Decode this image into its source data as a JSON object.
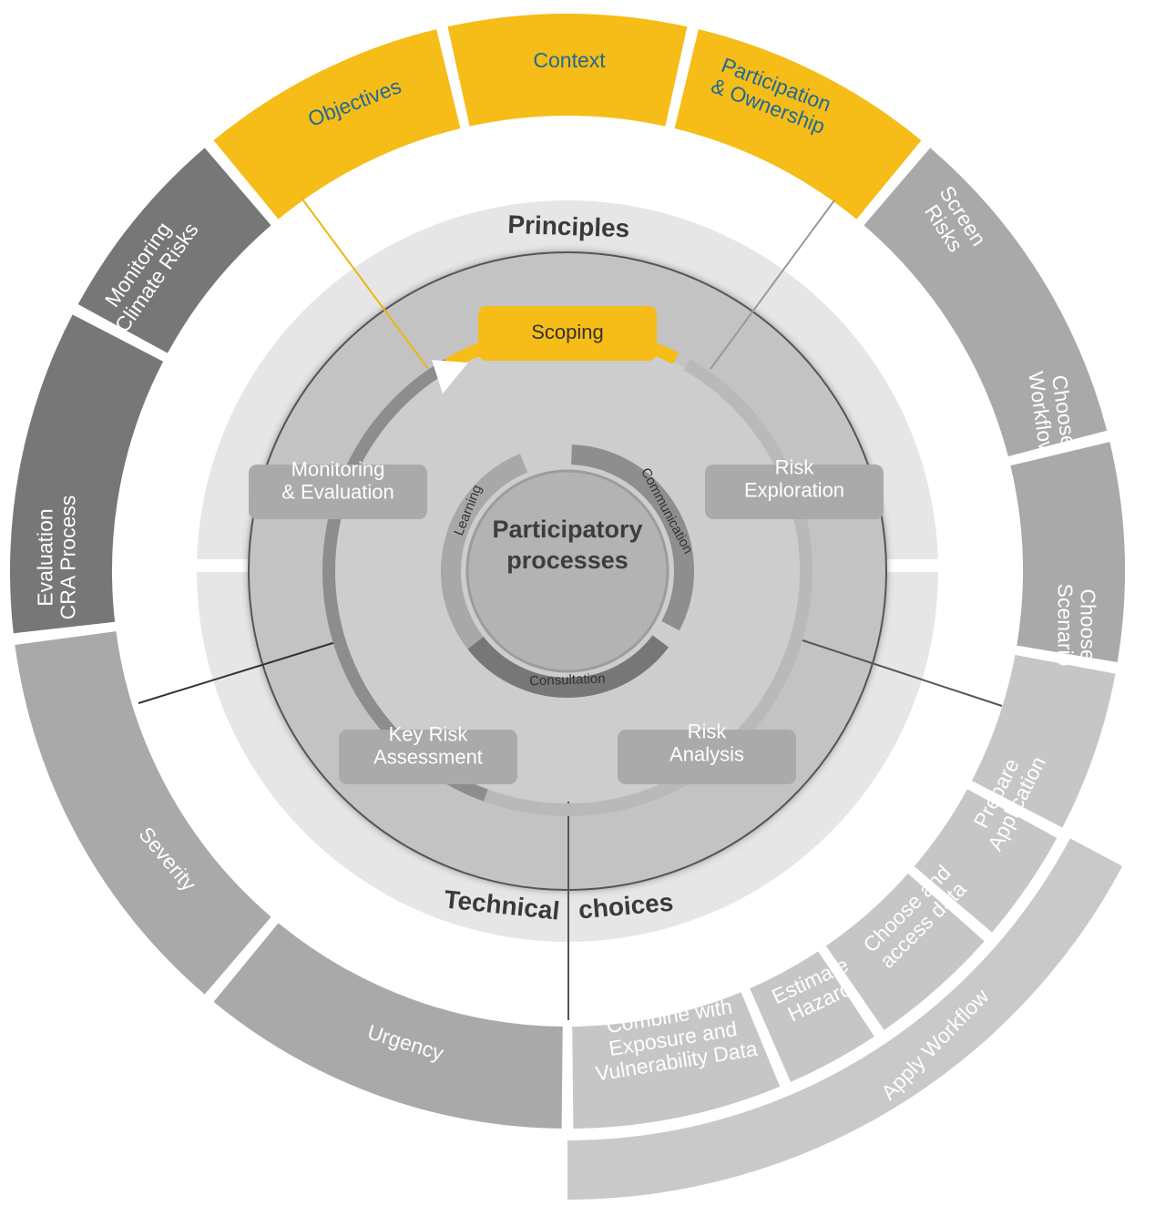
{
  "colors": {
    "gold": "#f6bc17",
    "gold_text": "#1f6a96",
    "outer_dark": "#777777",
    "outer_mid": "#a9a9a9",
    "outer_light": "#c6c6c6",
    "ring_light": "#e6e6e6",
    "disc": "#c3c3c3",
    "phase_box": "#aaaaaa",
    "center": "#b3b3b3"
  },
  "principles": {
    "title": "Principles",
    "items": [
      {
        "label": "Objectives"
      },
      {
        "label": "Context"
      },
      {
        "label": "Participation\n& Ownership"
      }
    ]
  },
  "technical": {
    "title_left": "Technical",
    "title_right": "choices"
  },
  "outer_segments": [
    {
      "label": "Screen\nRisks"
    },
    {
      "label": "Choose\nWorkflow"
    },
    {
      "label": "Choose\nScenario"
    },
    {
      "label": "Prepare\nApplication"
    },
    {
      "label": "Choose and\naccess data"
    },
    {
      "label": "Estimate\nHazard"
    },
    {
      "label": "Combine with\nExposure and\nVulnerability Data"
    },
    {
      "label": "Urgency"
    },
    {
      "label": "Severity"
    },
    {
      "label": "Evaluation\nCRA Process"
    },
    {
      "label": "Monitoring\nClimate Risks"
    }
  ],
  "apply_workflow": {
    "label": "Apply Workflow"
  },
  "phases": [
    {
      "label": "Scoping"
    },
    {
      "label": "Risk\nExploration"
    },
    {
      "label": "Risk\nAnalysis"
    },
    {
      "label": "Key Risk\nAssessment"
    },
    {
      "label": "Monitoring\n& Evaluation"
    }
  ],
  "center": {
    "title": "Participatory\nprocesses",
    "cycle": [
      {
        "label": "Learning"
      },
      {
        "label": "Communication"
      },
      {
        "label": "Consultation"
      }
    ]
  }
}
